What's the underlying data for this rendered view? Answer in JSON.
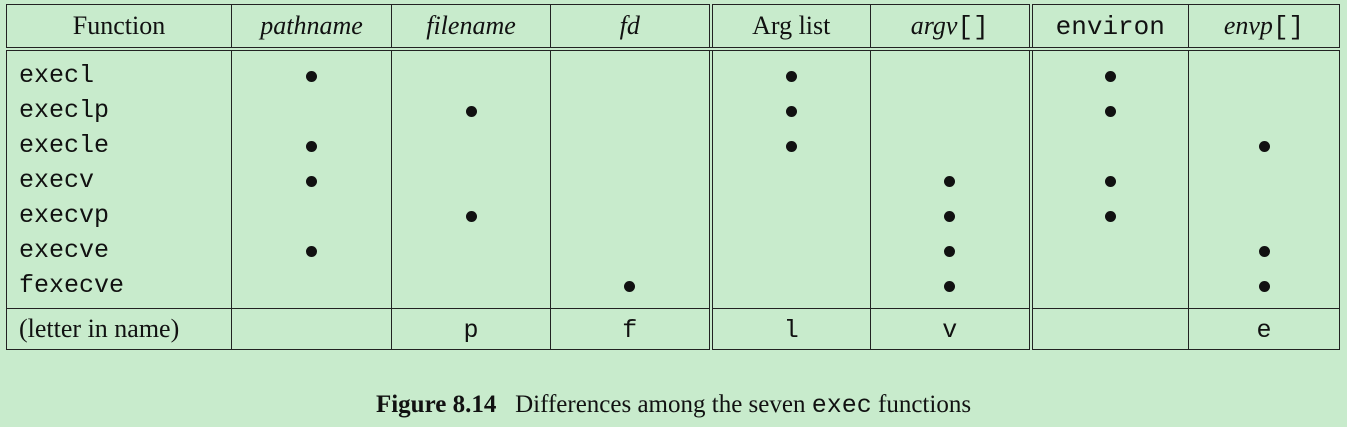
{
  "table": {
    "headers": [
      {
        "text": "Function",
        "style": "roman"
      },
      {
        "text": "pathname",
        "style": "italic"
      },
      {
        "text": "filename",
        "style": "italic"
      },
      {
        "text": "fd",
        "style": "italic"
      },
      {
        "text": "Arg list",
        "style": "roman"
      },
      {
        "text": "argv",
        "suffix": "[]",
        "style": "italic"
      },
      {
        "text": "environ",
        "style": "mono"
      },
      {
        "text": "envp",
        "suffix": "[]",
        "style": "italic"
      }
    ],
    "rows": [
      {
        "name": "execl",
        "marks": [
          true,
          false,
          false,
          true,
          false,
          true,
          false
        ]
      },
      {
        "name": "execlp",
        "marks": [
          false,
          true,
          false,
          true,
          false,
          true,
          false
        ]
      },
      {
        "name": "execle",
        "marks": [
          true,
          false,
          false,
          true,
          false,
          false,
          true
        ]
      },
      {
        "name": "execv",
        "marks": [
          true,
          false,
          false,
          false,
          true,
          true,
          false
        ]
      },
      {
        "name": "execvp",
        "marks": [
          false,
          true,
          false,
          false,
          true,
          true,
          false
        ]
      },
      {
        "name": "execve",
        "marks": [
          true,
          false,
          false,
          false,
          true,
          false,
          true
        ]
      },
      {
        "name": "fexecve",
        "marks": [
          false,
          false,
          true,
          false,
          true,
          false,
          true
        ]
      }
    ],
    "footer": {
      "label": "(letter in name)",
      "letters": [
        "",
        "p",
        "f",
        "l",
        "v",
        "",
        "e"
      ]
    }
  },
  "caption": {
    "label": "Figure 8.14",
    "text_before": "Differences among the seven ",
    "code": "exec",
    "text_after": " functions"
  }
}
